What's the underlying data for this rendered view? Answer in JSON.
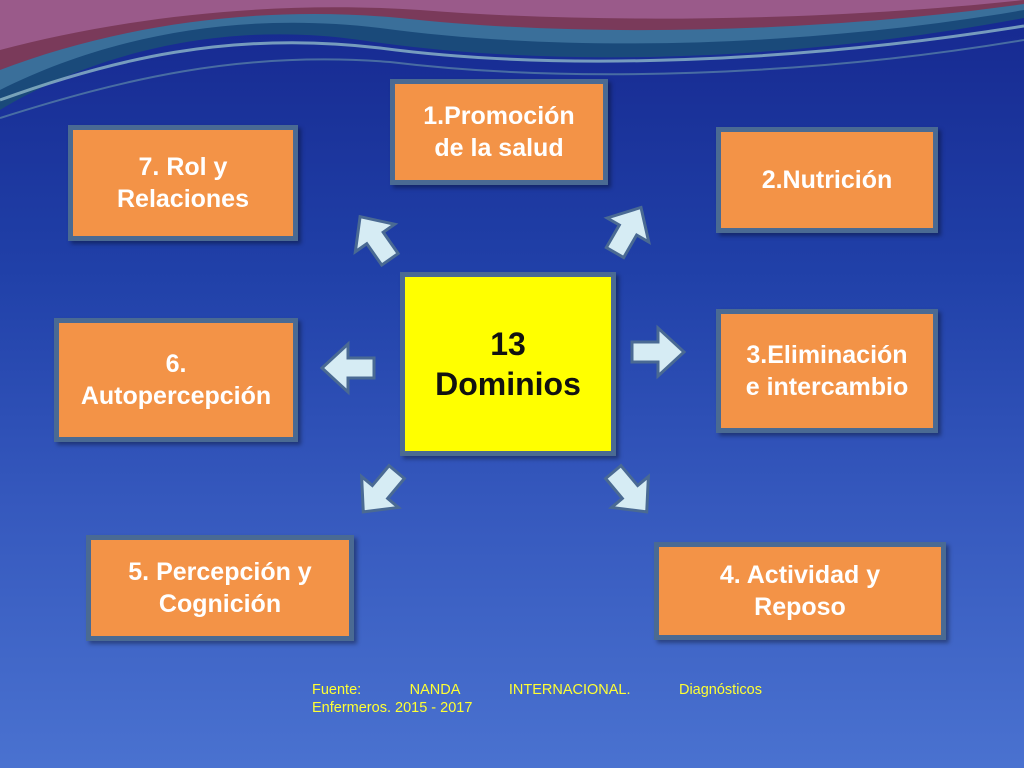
{
  "center": {
    "line1": "13",
    "line2": "Dominios"
  },
  "domains": [
    {
      "id": "d1",
      "label": "1.Promoción\nde la salud"
    },
    {
      "id": "d2",
      "label": "2.Nutrición"
    },
    {
      "id": "d3",
      "label": "3.Eliminación\ne intercambio"
    },
    {
      "id": "d4",
      "label": "4. Actividad y\nReposo"
    },
    {
      "id": "d5",
      "label": "5. Percepción y\nCognición"
    },
    {
      "id": "d6",
      "label": "6.\nAutopercepción"
    },
    {
      "id": "d7",
      "label": "7. Rol y\nRelaciones"
    }
  ],
  "source": {
    "line1": [
      "Fuente:",
      "NANDA",
      "INTERNACIONAL.",
      "Diagnósticos"
    ],
    "line2": "Enfermeros. 2015 - 2017"
  },
  "colors": {
    "box_fill": "#f39347",
    "box_border": "#4a6a93",
    "center_fill": "#ffff00",
    "arrow_fill": "#d6ecf4",
    "source_text": "#ffff33"
  }
}
